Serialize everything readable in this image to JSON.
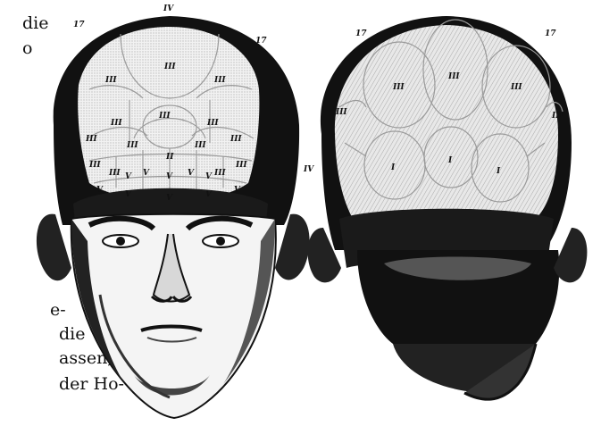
{
  "text_fragments": [
    "die",
    "o",
    "e-",
    "die",
    "assen,",
    "der Ho-"
  ],
  "front_head": {
    "labels": [
      "17",
      "IV",
      "17",
      "III",
      "III",
      "III",
      "III",
      "III",
      "III",
      "III",
      "III",
      "III",
      "III",
      "II",
      "III",
      "III",
      "III",
      "III",
      "V",
      "V",
      "V",
      "V",
      "V",
      "V",
      "V",
      "V",
      "V",
      "V"
    ]
  },
  "back_head": {
    "labels": [
      "17",
      "III",
      "III",
      "III",
      "III",
      "III",
      "I",
      "I",
      "I",
      "17",
      "IV"
    ]
  }
}
